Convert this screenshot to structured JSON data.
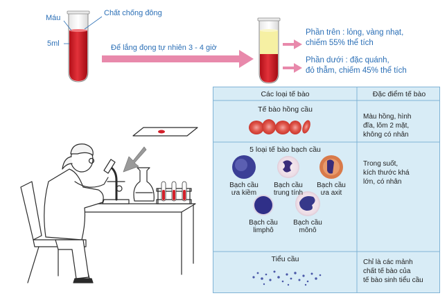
{
  "tube_labels": {
    "blood": "Máu",
    "anticoagulant": "Chất chống đông",
    "volume": "5ml"
  },
  "settle_label": "Để lắng đọng tự nhiên 3 - 4 giờ",
  "layers": {
    "top": [
      "Phần trên : lỏng, vàng nhạt,",
      "chiếm 55% thể tích"
    ],
    "bottom": [
      "Phần dưới : đặc quánh,",
      "đỏ thẫm, chiếm 45% thể tích"
    ]
  },
  "table": {
    "headers": [
      "Các loại tế bào",
      "Đặc điểm tế bào"
    ],
    "rows": [
      {
        "name": "Tế bào hồng cầu",
        "description": [
          "Màu hồng, hình",
          "đĩa, lõm 2 mặt,",
          "không có nhân"
        ]
      },
      {
        "name": "5 loại tế bào bạch cầu",
        "cells": [
          {
            "name": [
              "Bạch cầu",
              "ưa kiềm"
            ]
          },
          {
            "name": [
              "Bạch cầu",
              "trung tính"
            ]
          },
          {
            "name": [
              "Bạch cầu",
              "ưa axit"
            ]
          },
          {
            "name": [
              "Bạch cầu",
              "limphô"
            ]
          },
          {
            "name": [
              "Bạch cầu",
              "mônô"
            ]
          }
        ],
        "description": [
          "Trong suốt,",
          "kích thước khá",
          "lớn, có nhân"
        ]
      },
      {
        "name": "Tiểu cầu",
        "description": [
          "Chỉ là các mảnh",
          "chất tế bào của",
          "tế bào sinh tiểu cầu"
        ]
      }
    ]
  },
  "colors": {
    "label_blue": "#2b6fb6",
    "arrow_pink": "#e889ab",
    "blood_red": "#d3202a",
    "plasma_yellow": "#f6f0a3",
    "table_bg": "#d8ecf6"
  }
}
